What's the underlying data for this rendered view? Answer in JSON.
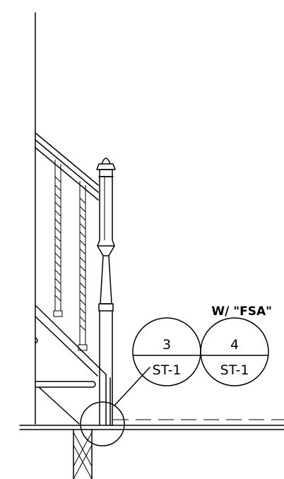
{
  "note": "W/ \"FSA\"",
  "callouts": [
    {
      "number": "3",
      "sheet": "ST-1"
    },
    {
      "number": "4",
      "sheet": "ST-1"
    }
  ]
}
